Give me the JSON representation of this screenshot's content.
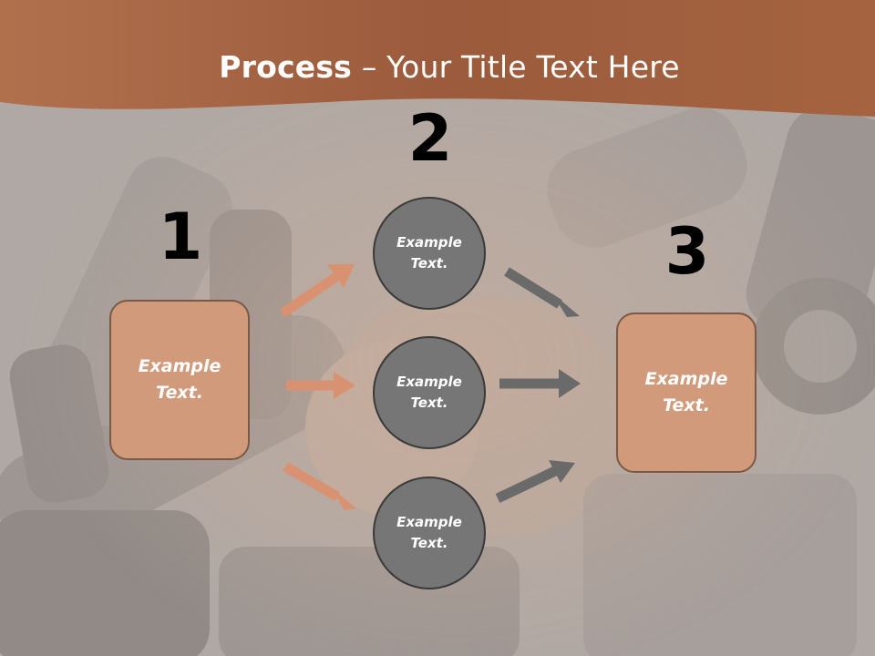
{
  "title": {
    "bold": "Process",
    "rest": " – Your Title Text Here"
  },
  "steps": [
    {
      "number": "1",
      "label": "Example Text."
    },
    {
      "number": "2",
      "items": [
        "Example Text.",
        "Example Text.",
        "Example Text."
      ]
    },
    {
      "number": "3",
      "label": "Example Text."
    }
  ],
  "colors": {
    "header": "#9c5a3a",
    "box_fill": "#d09a7b",
    "circle_fill": "#767676",
    "arrow_left": "#d89272",
    "arrow_right": "#6a6a6a"
  }
}
